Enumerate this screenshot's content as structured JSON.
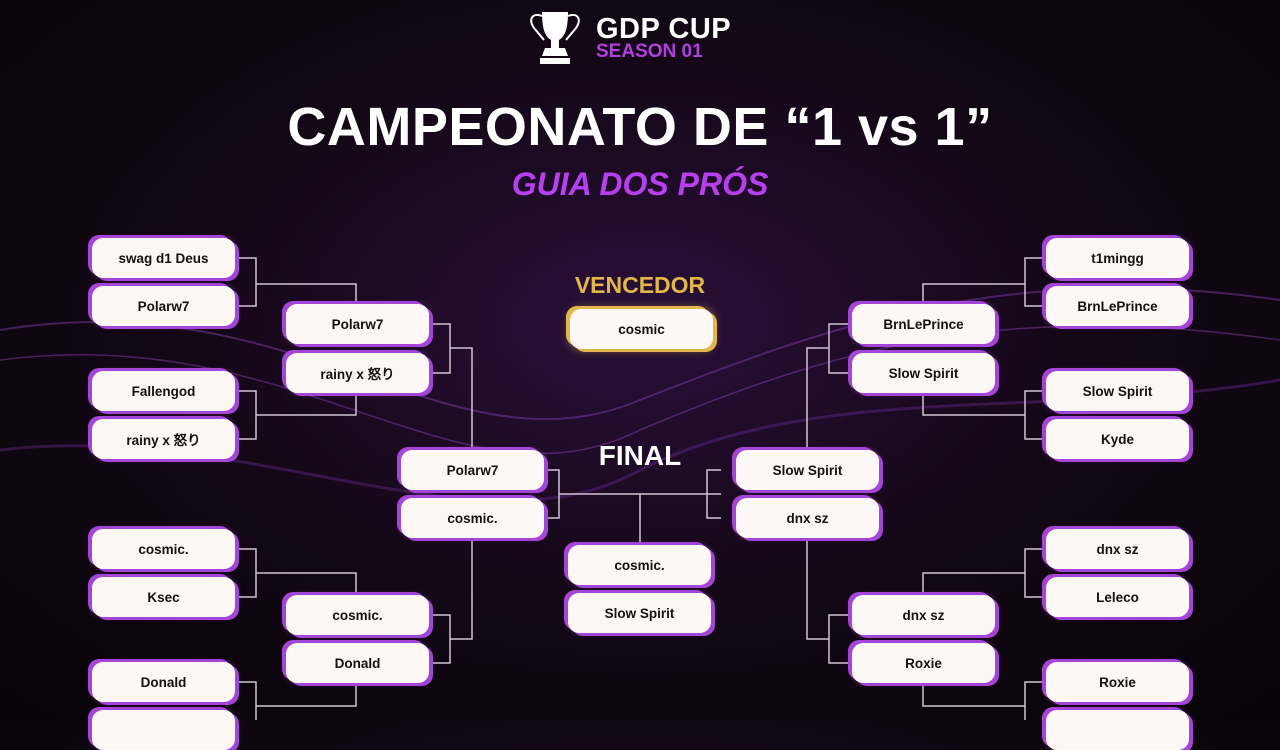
{
  "header": {
    "logo_title": "GDP CUP",
    "logo_subtitle": "SEASON 01",
    "title": "CAMPEONATO DE “1 vs 1”",
    "subtitle": "GUIA DOS PRÓS"
  },
  "labels": {
    "winner": "VENCEDOR",
    "final": "FINAL"
  },
  "winner": "cosmic",
  "final": [
    "cosmic.",
    "Slow Spirit"
  ],
  "left": {
    "round1": [
      "swag d1 Deus",
      "Polarw7",
      "Fallengod",
      "rainy x 怒り",
      "cosmic.",
      "Ksec",
      "Donald",
      ""
    ],
    "round2": [
      "Polarw7",
      "rainy x 怒り",
      "cosmic.",
      "Donald"
    ],
    "semi": [
      "Polarw7",
      "cosmic."
    ]
  },
  "right": {
    "round1": [
      "t1mingg",
      "BrnLePrince",
      "Slow Spirit",
      "Kyde",
      "dnx sz",
      "Leleco",
      "Roxie",
      ""
    ],
    "round2": [
      "BrnLePrince",
      "Slow Spirit",
      "dnx sz",
      "Roxie"
    ],
    "semi": [
      "Slow Spirit",
      "dnx sz"
    ]
  },
  "colors": {
    "accent": "#b83ff0",
    "gold": "#e2b64a"
  }
}
